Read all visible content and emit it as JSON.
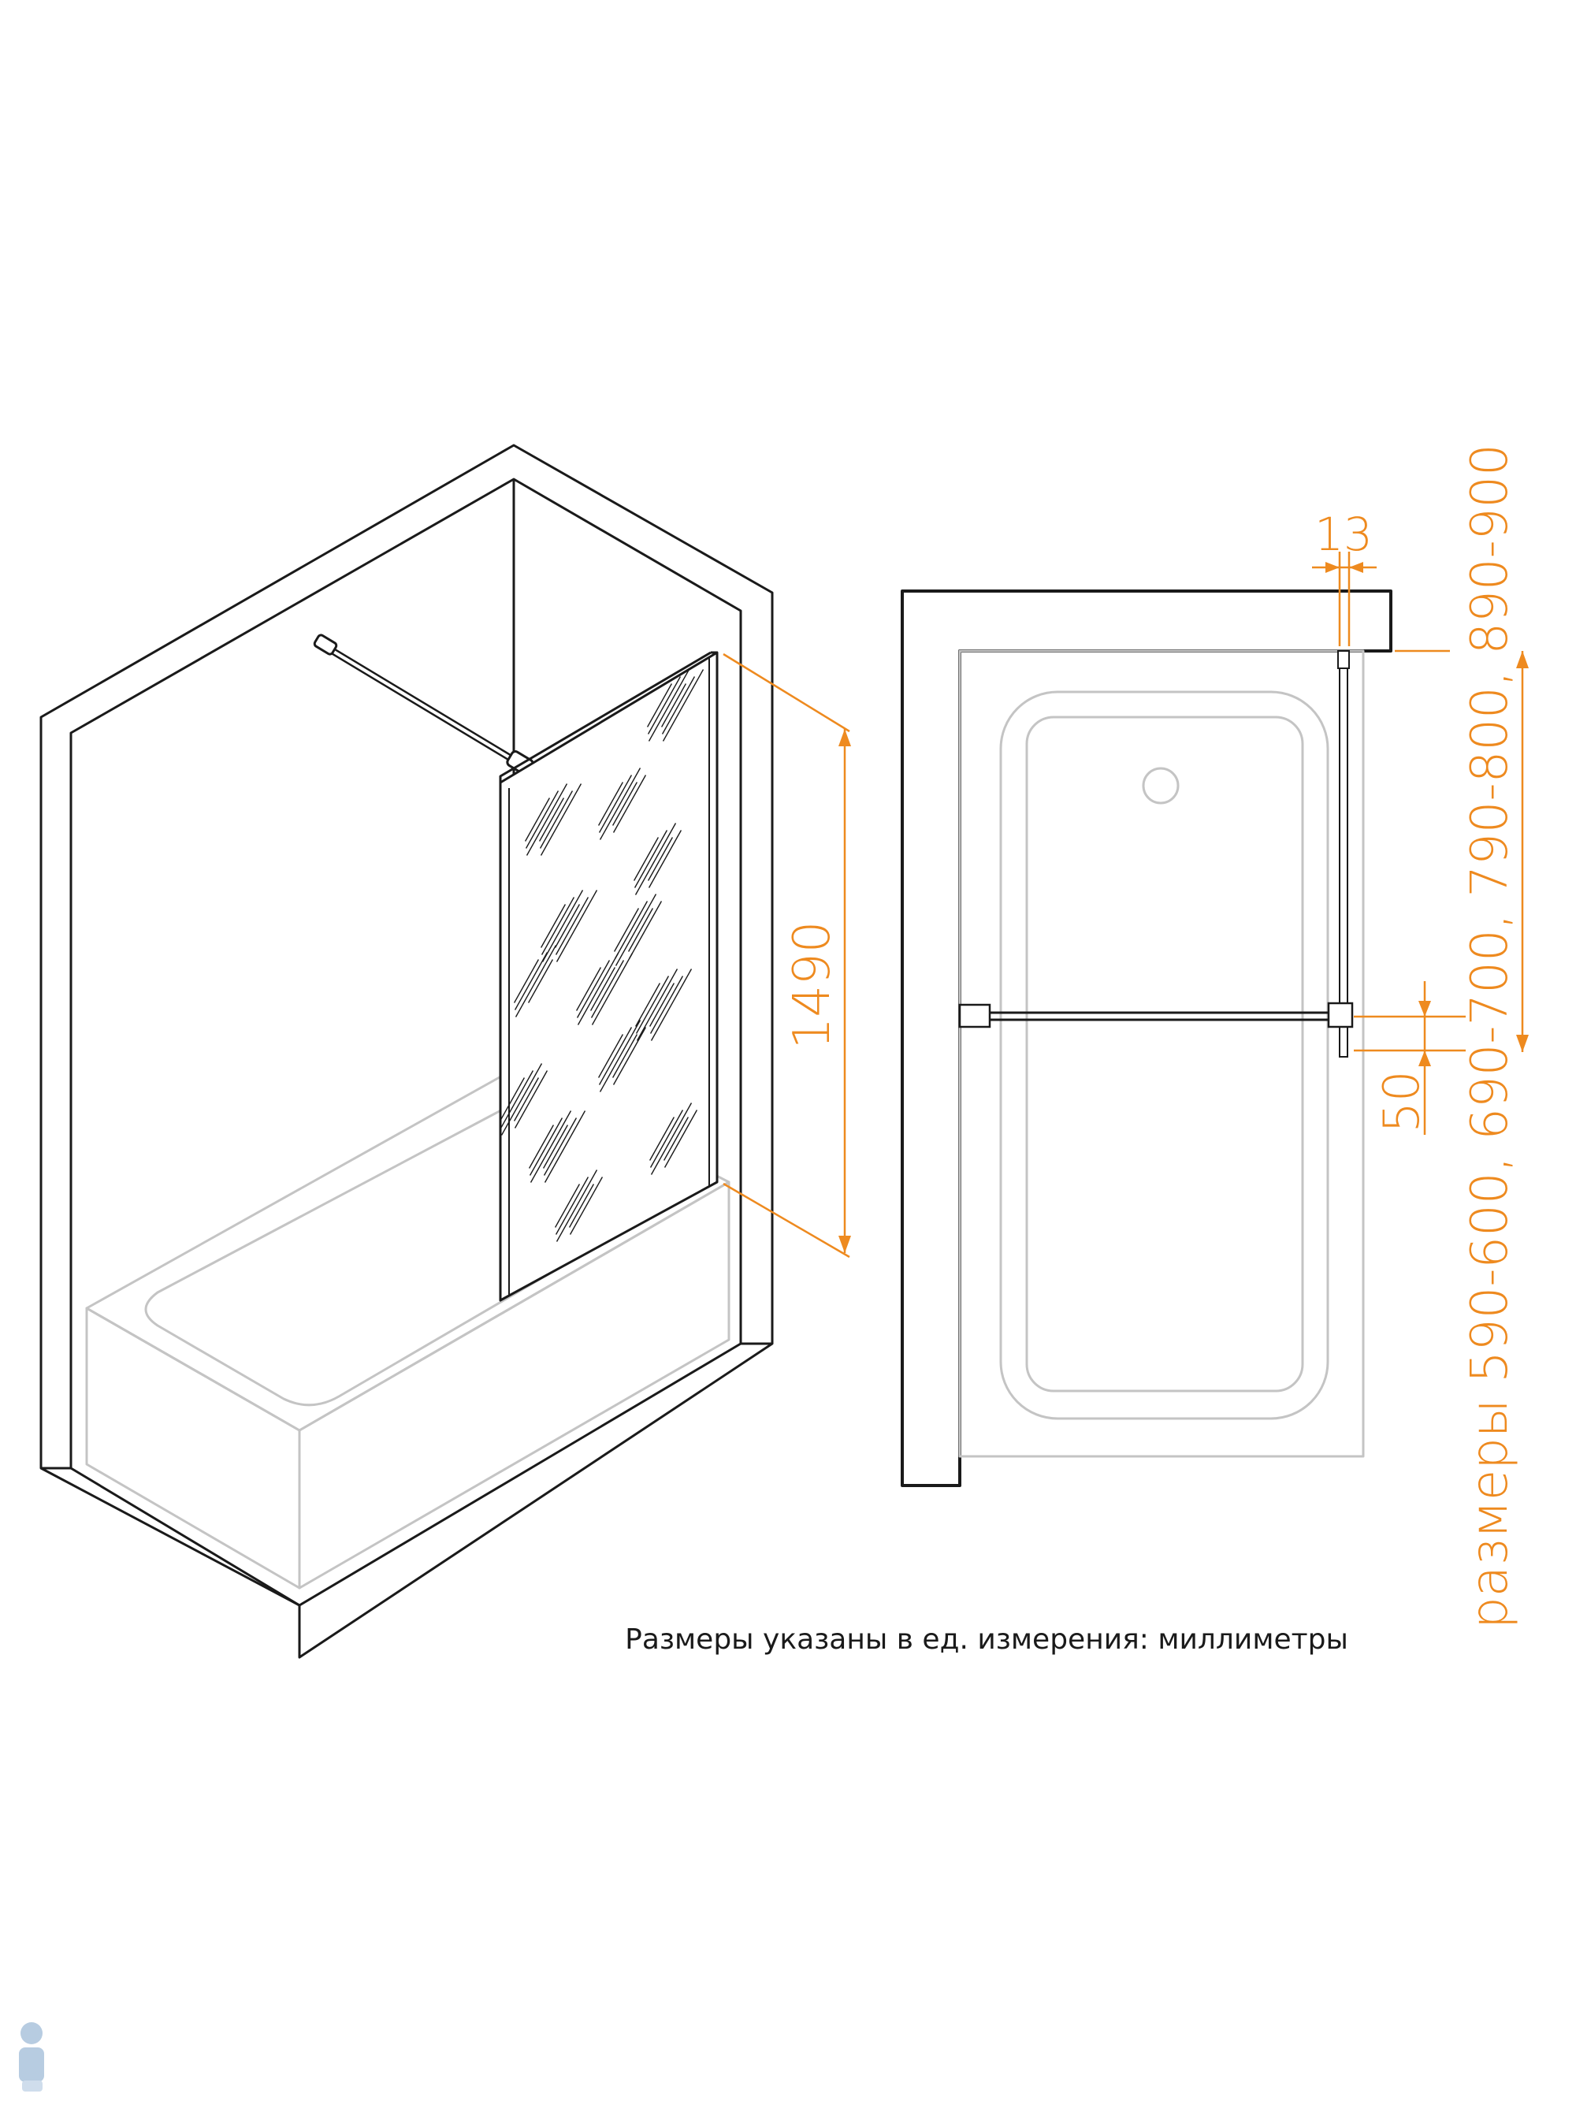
{
  "colors": {
    "line": "#1a1a1a",
    "light_line": "#c4c4c4",
    "dimension": "#ee8a1f",
    "background": "#ffffff"
  },
  "dimensions": {
    "height": "1490",
    "profile_width": "13",
    "bar_offset": "50",
    "sizes": "размеры 590-600, 690-700, 790-800, 890-900"
  },
  "caption": "Размеры указаны в ед. измерения: миллиметры",
  "icons": {
    "watermark": "plumber-logo-icon"
  }
}
